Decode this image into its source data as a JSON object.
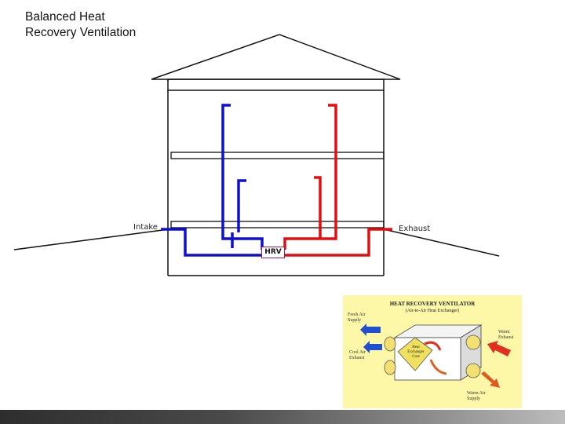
{
  "title": {
    "line1": "Balanced Heat",
    "line2": "Recovery Ventilation"
  },
  "labels": {
    "intake": "Intake",
    "exhaust": "Exhaust",
    "hrv": "HRV"
  },
  "inset": {
    "heading": "HEAT RECOVERY VENTILATOR",
    "subheading": "(Air-to-Air Heat Exchanger)",
    "stale_supply": [
      "Fresh Air",
      "Supply"
    ],
    "cool_exhaust": [
      "Cool Air",
      "Exhaust"
    ],
    "warm_exhaust": [
      "Warm",
      "Exhaust"
    ],
    "warm_supply": [
      "Warm Air",
      "Supply"
    ],
    "core": [
      "Heat",
      "Exchanger",
      "Core"
    ]
  },
  "colors": {
    "fresh_air_duct": "#1010cc",
    "exhaust_duct": "#e01010",
    "house_outline": "#111111",
    "hrv_border": "#9a1a55",
    "inset_background": "#fdf7a8"
  }
}
